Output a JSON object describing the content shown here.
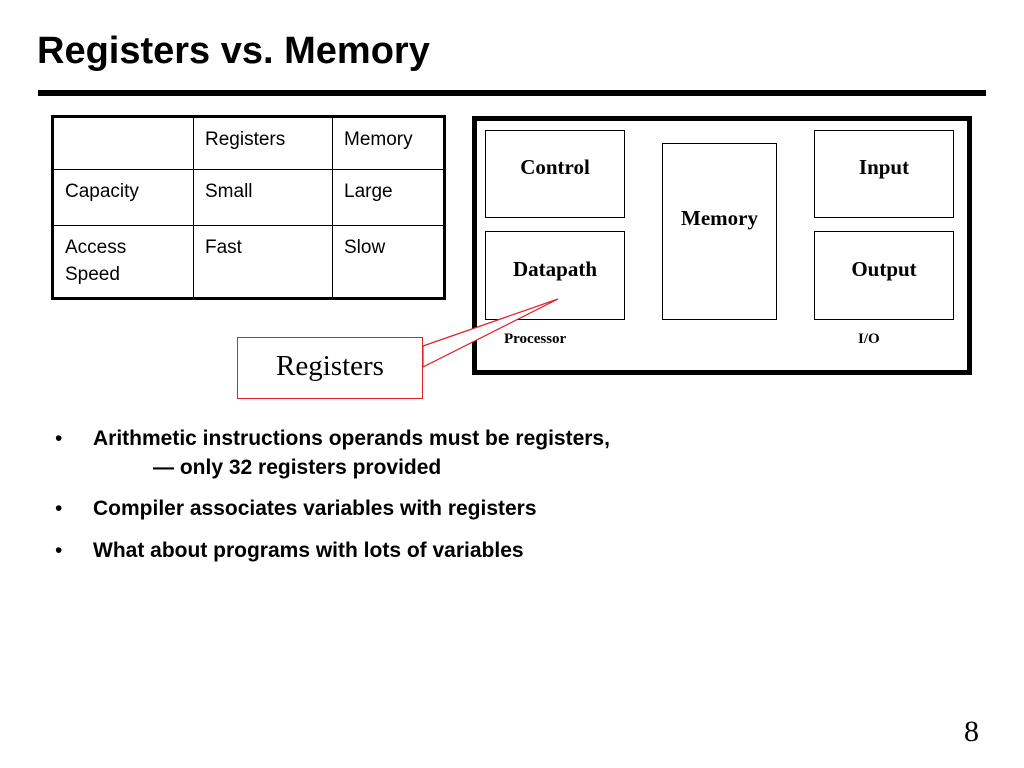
{
  "slide": {
    "title": "Registers vs. Memory",
    "page_number": "8"
  },
  "table": {
    "header": [
      "",
      "Registers",
      "Memory"
    ],
    "rows": [
      [
        "Capacity",
        "Small",
        "Large"
      ],
      [
        "Access Speed",
        "Fast",
        "Slow"
      ]
    ]
  },
  "diagram": {
    "control": "Control",
    "datapath": "Datapath",
    "memory": "Memory",
    "input": "Input",
    "output": "Output",
    "processor_label": "Processor",
    "io_label": "I/O",
    "callout": "Registers",
    "callout_color": "#e0202a"
  },
  "bullets": {
    "b1": "Arithmetic instructions operands must be registers,",
    "b1_sub": "— only 32 registers provided",
    "b2": "Compiler associates variables with registers",
    "b3": "What about programs with lots of variables",
    "marker": "•"
  }
}
